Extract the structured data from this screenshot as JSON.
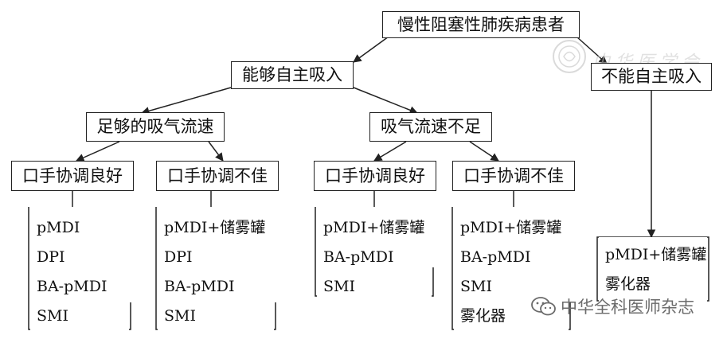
{
  "diagram": {
    "root": "慢性阻塞性肺疾病患者",
    "can_inhale": "能够自主吸入",
    "cannot_inhale": "不能自主吸入",
    "enough_flow": "足够的吸气流速",
    "low_flow": "吸气流速不足",
    "coord_good": "口手协调良好",
    "coord_poor": "口手协调不佳",
    "leaf1": [
      "pMDI",
      "DPI",
      "BA-pMDI",
      "SMI"
    ],
    "leaf2": [
      "pMDI+储雾罐",
      "DPI",
      "BA-pMDI",
      "SMI"
    ],
    "leaf3": [
      "pMDI+储雾罐",
      "BA-pMDI",
      "SMI"
    ],
    "leaf4": [
      "pMDI+储雾罐",
      "BA-pMDI",
      "SMI",
      "雾化器"
    ],
    "leaf5": [
      "pMDI+储雾罐",
      "雾化器"
    ]
  },
  "watermark": {
    "text": "中华全科医师杂志",
    "icon": "wechat-icon"
  },
  "seal": {
    "text": "中华医学会",
    "icon": "society-seal-icon"
  },
  "colors": {
    "line": "#222222",
    "watermark": "#6b6b6b"
  }
}
